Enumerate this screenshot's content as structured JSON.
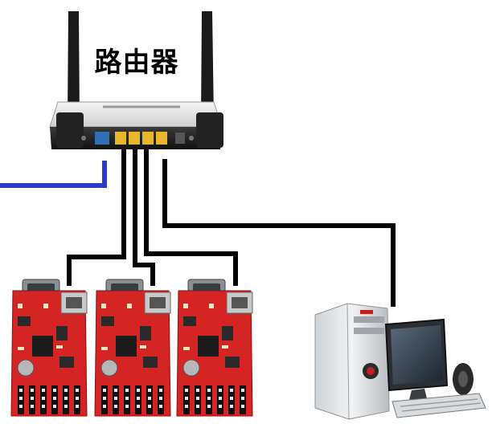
{
  "diagram": {
    "router": {
      "label": "路由器",
      "icon": "wifi-router-icon"
    },
    "controllers": [
      {
        "name": "led-controller-card-1",
        "icon": "led-controller-board-icon"
      },
      {
        "name": "led-controller-card-2",
        "icon": "led-controller-board-icon"
      },
      {
        "name": "led-controller-card-3",
        "icon": "led-controller-board-icon"
      }
    ],
    "computer": {
      "icon": "desktop-computer-icon"
    },
    "colors": {
      "cable": "#000000",
      "uplink_cable": "#2c39c9",
      "router_port": "#e8b62a",
      "wan_port": "#2f6fb2",
      "board_red": "#d42424"
    }
  }
}
